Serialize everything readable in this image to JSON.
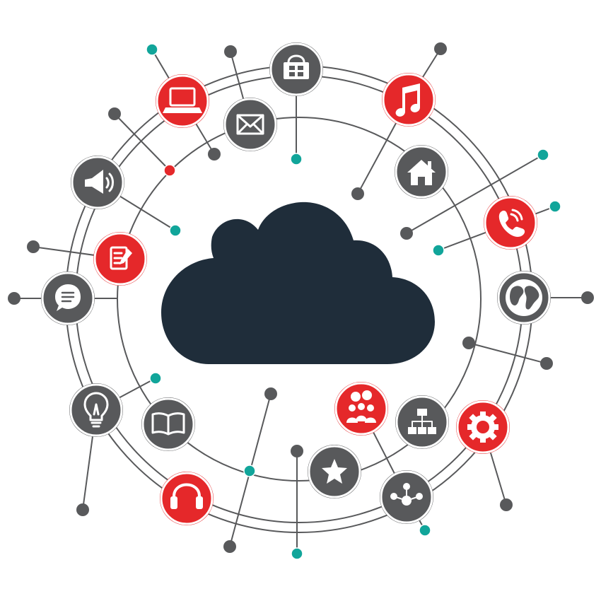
{
  "colors": {
    "cloud": "#1f2d3a",
    "node_gray": "#58595b",
    "node_red": "#e5282a",
    "dot_teal": "#11a59a",
    "line": "#58595b"
  },
  "icons": [
    {
      "name": "shopping-basket-icon",
      "color": "gray"
    },
    {
      "name": "music-note-icon",
      "color": "red"
    },
    {
      "name": "laptop-icon",
      "color": "red"
    },
    {
      "name": "email-icon",
      "color": "gray"
    },
    {
      "name": "home-icon",
      "color": "gray"
    },
    {
      "name": "speaker-icon",
      "color": "gray"
    },
    {
      "name": "phone-icon",
      "color": "red"
    },
    {
      "name": "notepad-icon",
      "color": "red"
    },
    {
      "name": "globe-icon",
      "color": "gray"
    },
    {
      "name": "chat-bubble-icon",
      "color": "gray"
    },
    {
      "name": "lightbulb-icon",
      "color": "gray"
    },
    {
      "name": "open-book-icon",
      "color": "gray"
    },
    {
      "name": "group-chat-icon",
      "color": "red"
    },
    {
      "name": "sitemap-icon",
      "color": "gray"
    },
    {
      "name": "gear-icon",
      "color": "red"
    },
    {
      "name": "star-icon",
      "color": "gray"
    },
    {
      "name": "headphones-icon",
      "color": "red"
    },
    {
      "name": "share-network-icon",
      "color": "gray"
    }
  ]
}
